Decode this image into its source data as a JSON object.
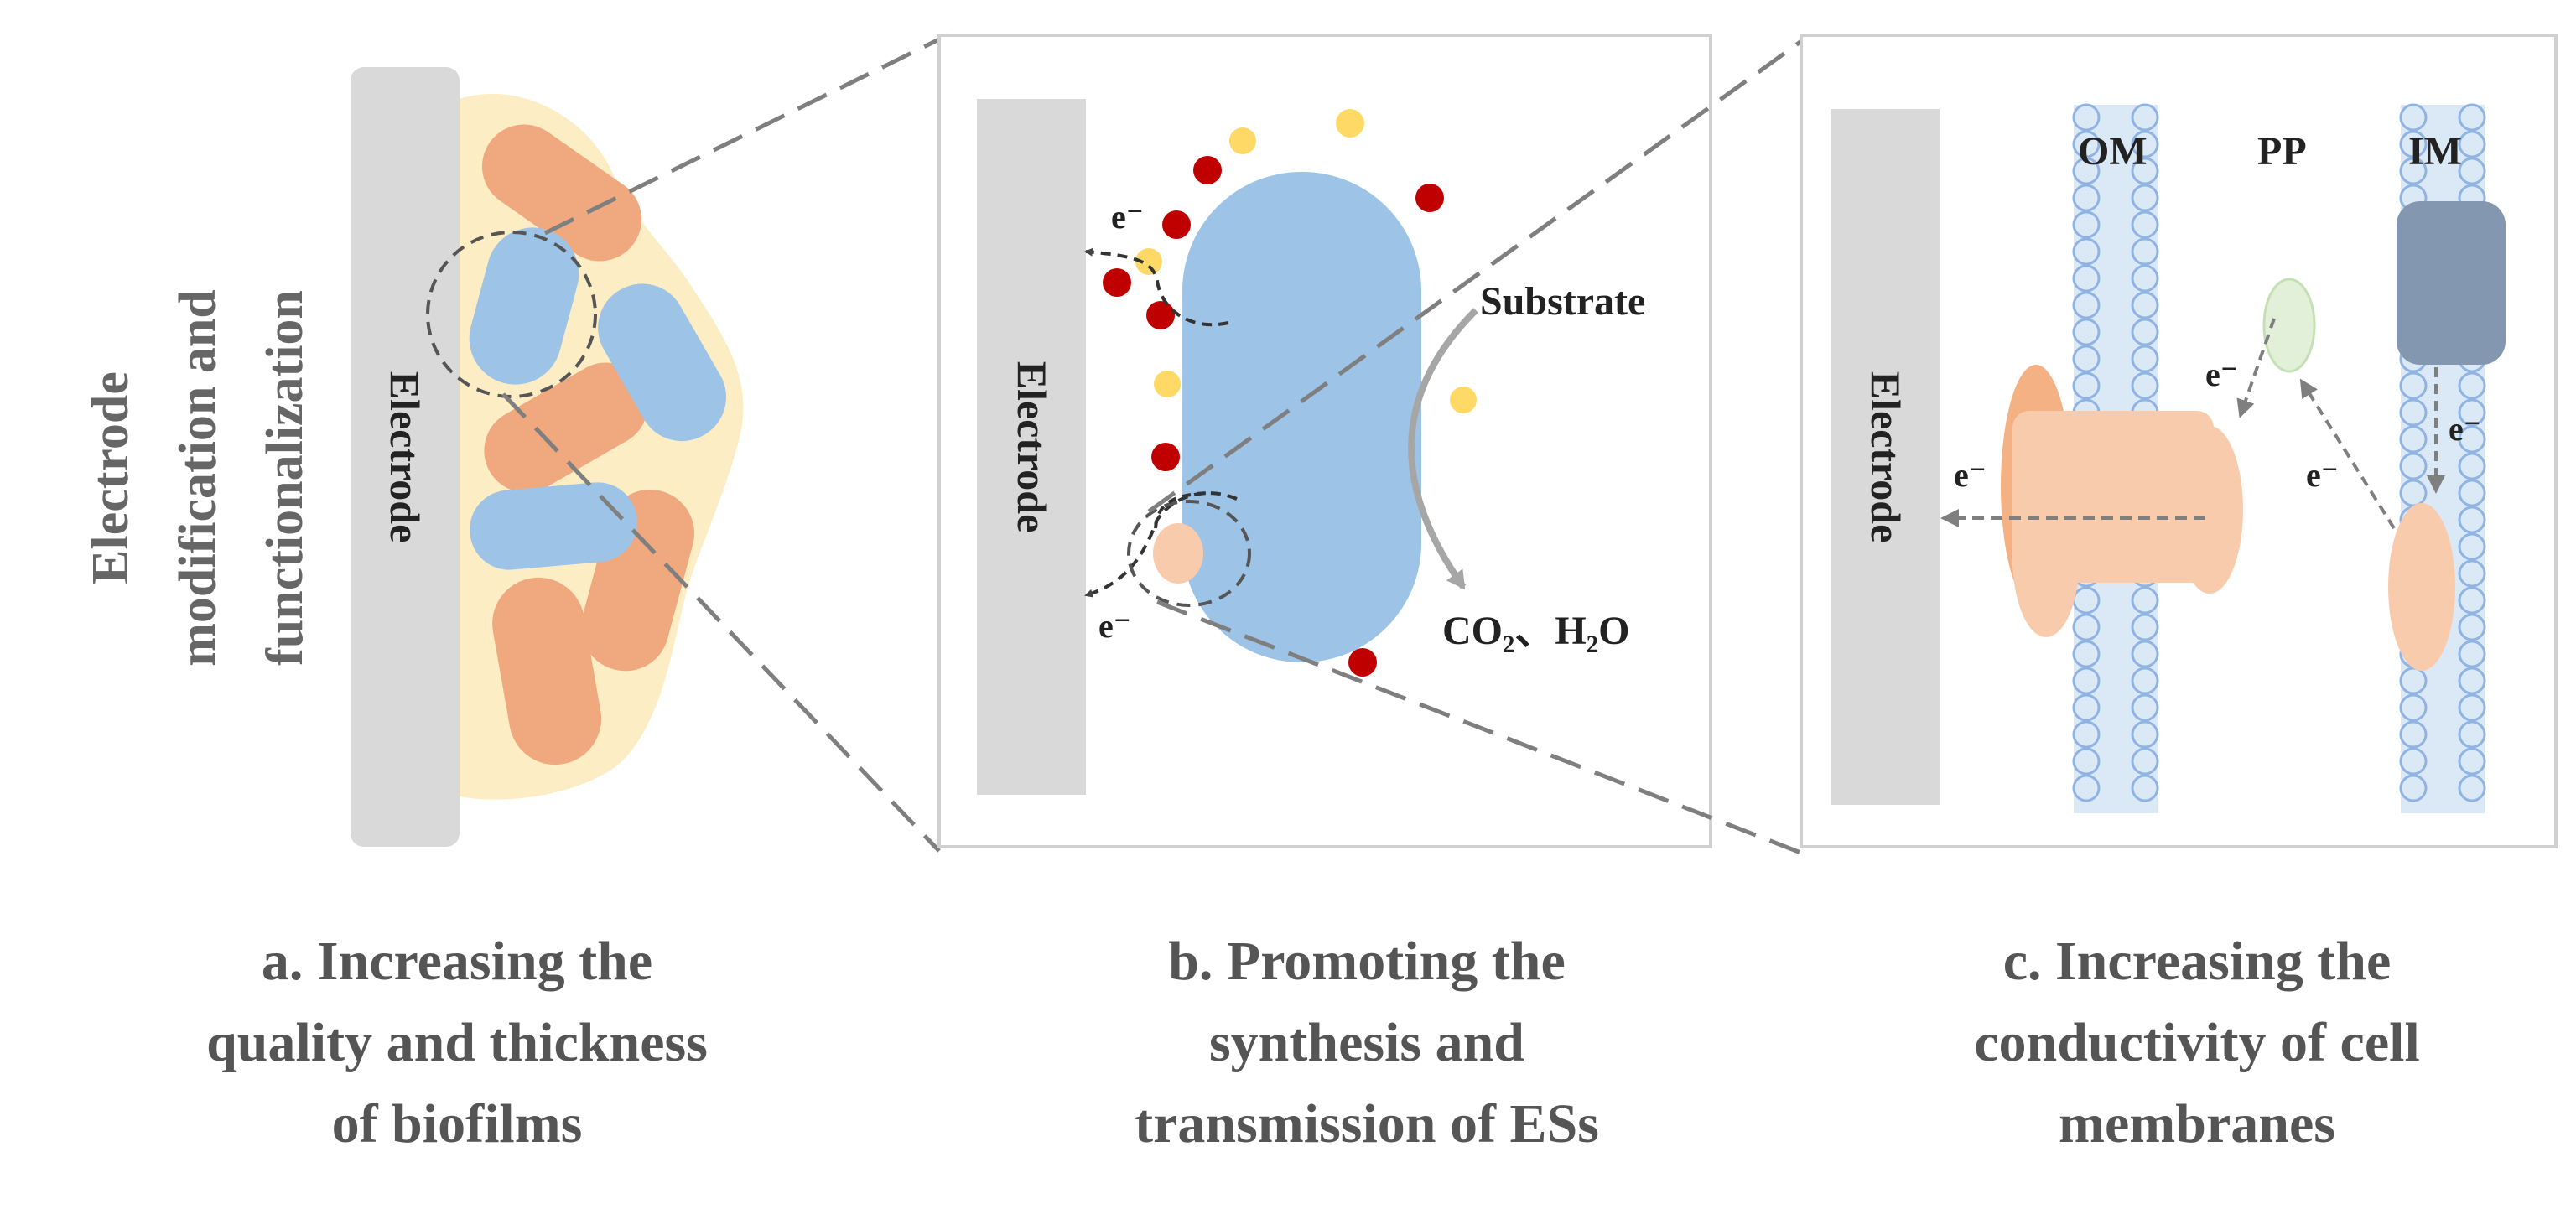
{
  "side_label": [
    "Electrode",
    "modification and",
    "functionalization"
  ],
  "panel_a": {
    "electrode_label": "Electrode",
    "caption": [
      "a. Increasing the",
      "quality and thickness",
      "of biofilms"
    ]
  },
  "panel_b": {
    "electrode_label": "Electrode",
    "electron_label": "e⁻",
    "substrate_label": "Substrate",
    "products_label": "CO₂、H₂O",
    "caption": [
      "b. Promoting the",
      "synthesis and",
      "transmission of ESs"
    ]
  },
  "panel_c": {
    "electrode_label": "Electrode",
    "om_label": "OM",
    "pp_label": "PP",
    "im_label": "IM",
    "electron_label": "e⁻",
    "caption": [
      "c. Increasing the",
      "conductivity of cell",
      "membranes"
    ]
  },
  "colors": {
    "electrode": "#d9d9d9",
    "biofilm": "#fdedc4",
    "bacteria_orange": "#f0a97f",
    "bacteria_blue": "#9dc3e6",
    "mediator_red": "#c00000",
    "mediator_yellow": "#ffd966",
    "membrane": "#dbe8f6",
    "lipid_circle": "#8fb4e3",
    "protein": "#f8cbad",
    "im_protein": "#8497b0",
    "pp_protein": "#e2f0d9",
    "arrow_gray": "#7f7f7f"
  }
}
